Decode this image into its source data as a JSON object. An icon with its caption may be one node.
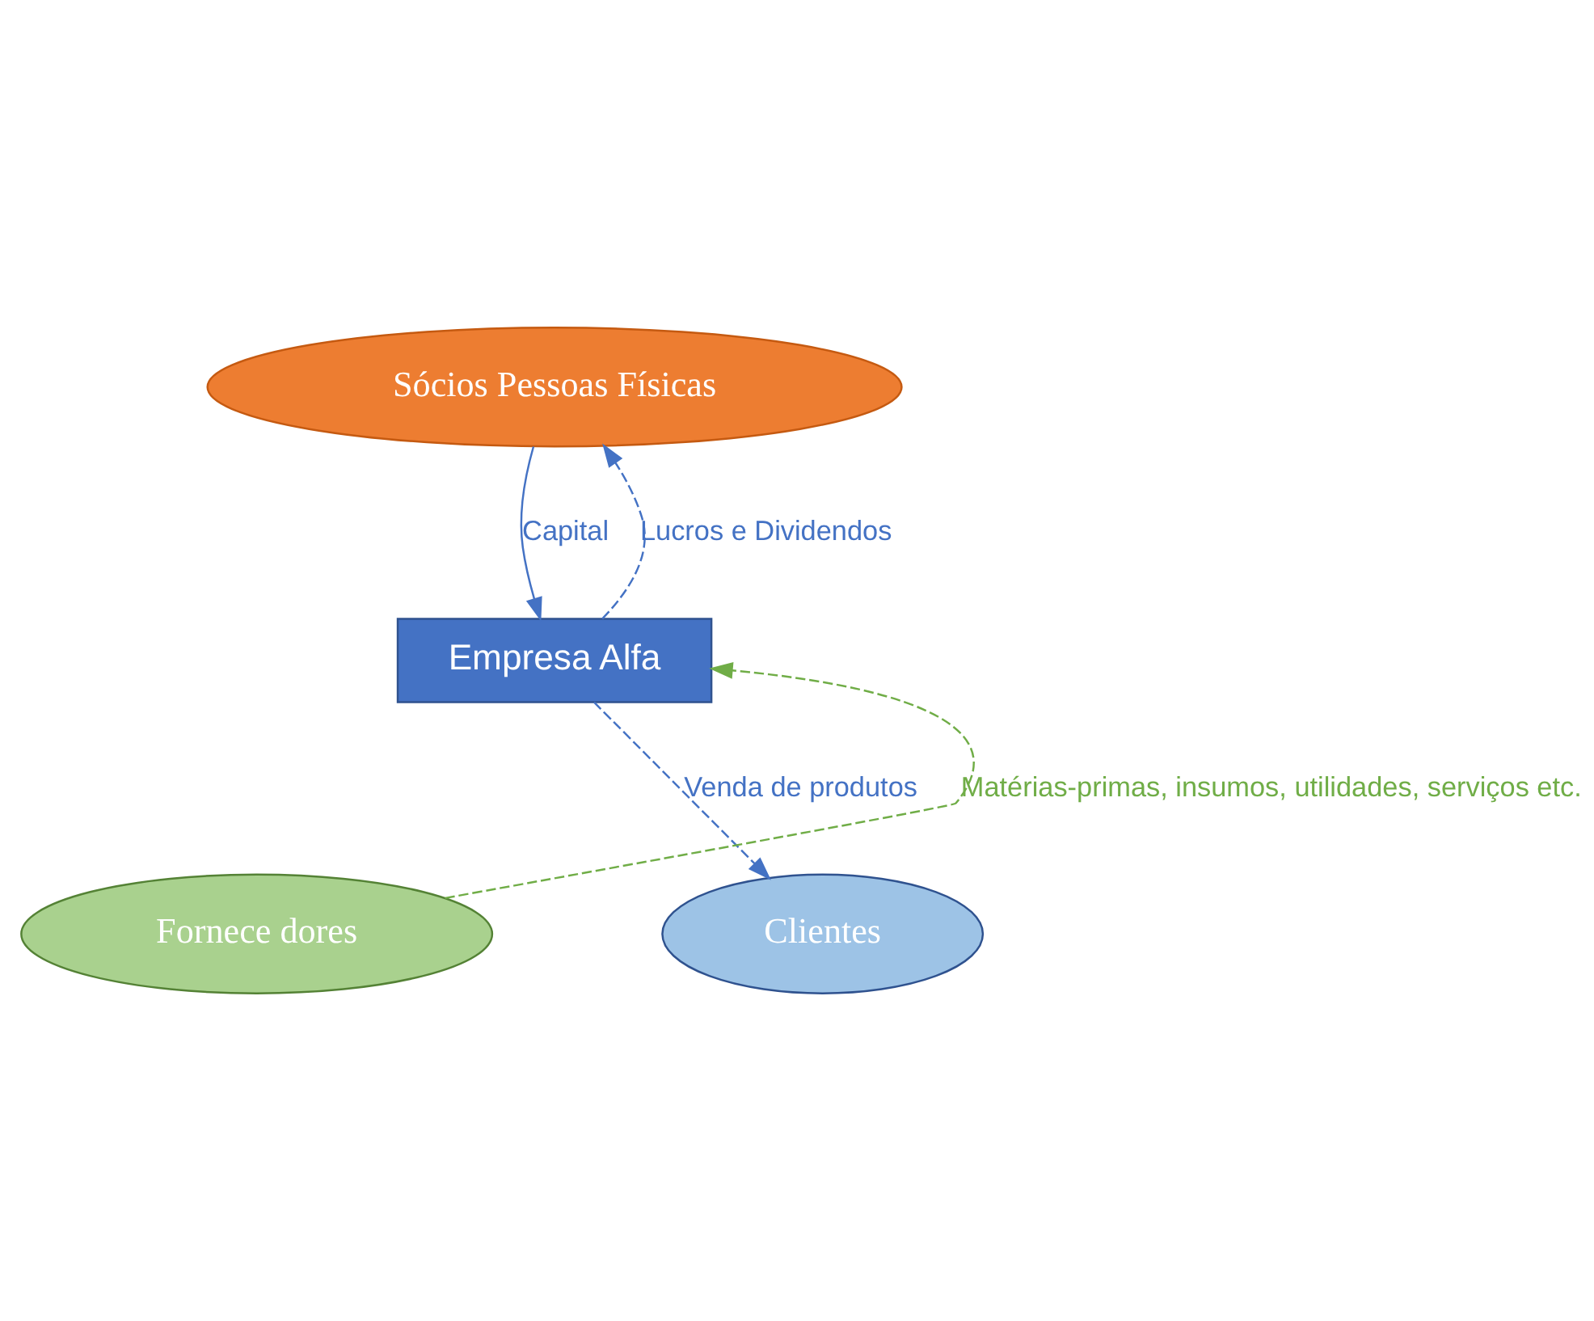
{
  "diagram": {
    "nodes": [
      {
        "text": [
          "Sócios Pessoas Físicas"
        ]
      },
      {
        "text": [
          "Empresa Alfa"
        ]
      },
      {
        "text": [
          "Fornece dores"
        ]
      },
      {
        "text": [
          "Clientes"
        ]
      }
    ],
    "edges": [
      {
        "from": 0,
        "to": 1,
        "arrow": "to",
        "label": "Capital"
      },
      {
        "from": 1,
        "to": 0,
        "arrow": "to",
        "label": "Lucros e Dividendos",
        "style": "dashed"
      },
      {
        "from": 2,
        "to": 1,
        "arrow": "to",
        "label": "Matérias-primas, insumos, utilidades, serviços etc.",
        "style": "dashed",
        "color": "#70ad47"
      },
      {
        "from": 1,
        "to": 3,
        "arrow": "to",
        "label": "Venda de produtos",
        "style": "dashed"
      }
    ]
  }
}
